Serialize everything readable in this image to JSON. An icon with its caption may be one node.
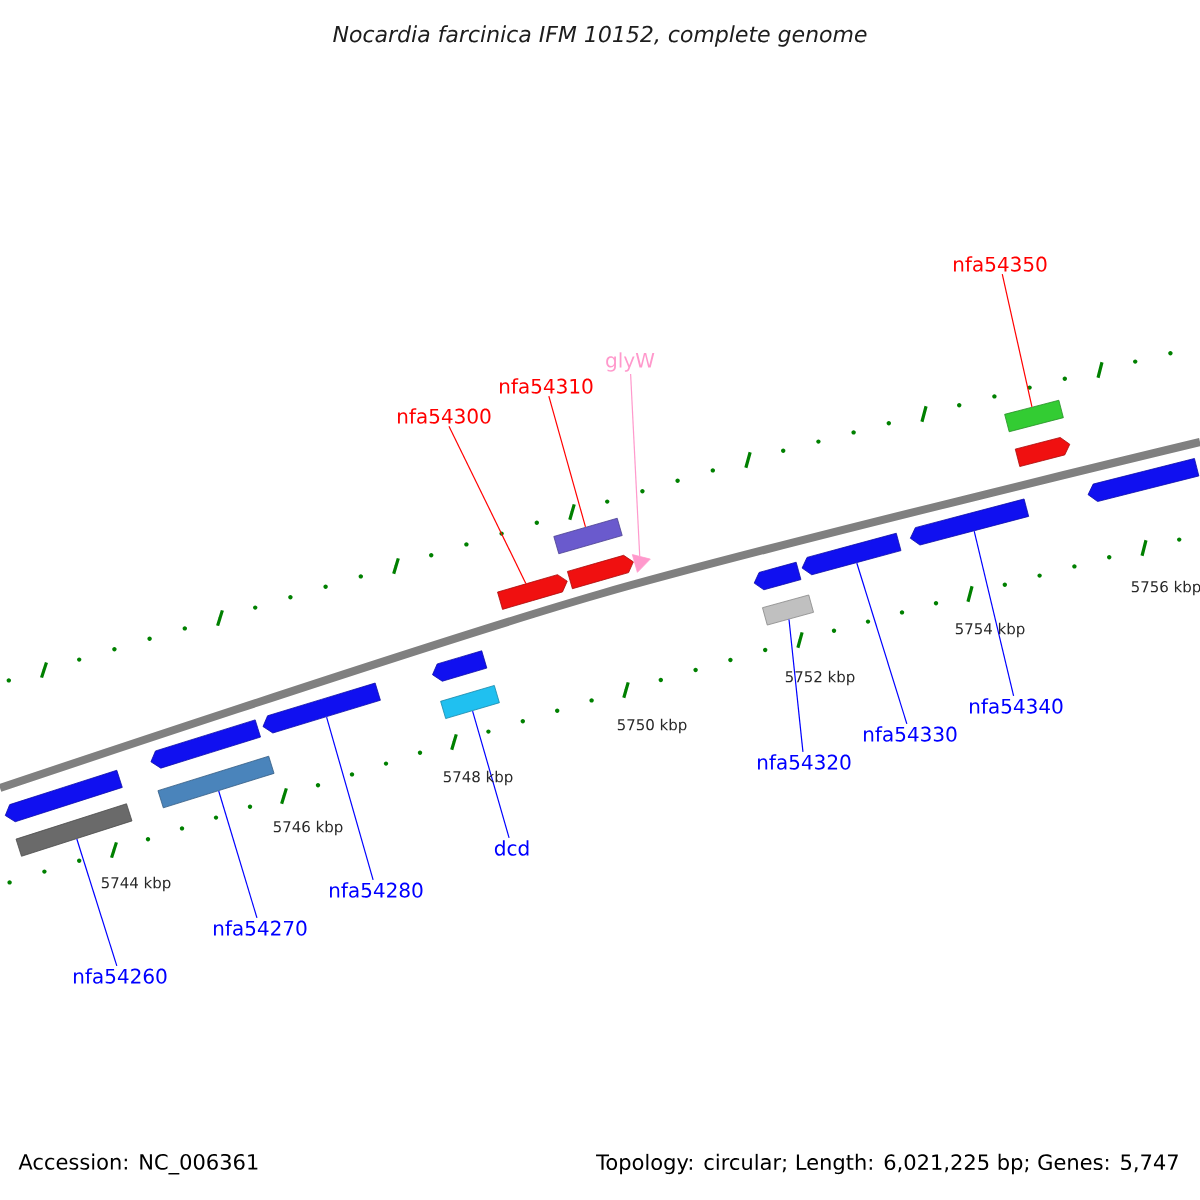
{
  "diagram": {
    "title": "Nocardia farcinica IFM 10152, complete genome",
    "nodes": [
      {
        "text": [
          "nfa54350"
        ]
      },
      {
        "text": [
          "glyW"
        ]
      },
      {
        "text": [
          "nfa54310"
        ]
      },
      {
        "text": [
          "nfa54300"
        ]
      },
      {
        "text": [
          "nfa54340"
        ]
      },
      {
        "text": [
          "nfa54330"
        ]
      },
      {
        "text": [
          "nfa54320"
        ]
      },
      {
        "text": [
          "dcd"
        ]
      },
      {
        "text": [
          "nfa54280"
        ]
      },
      {
        "text": [
          "nfa54270"
        ]
      },
      {
        "text": [
          "nfa54260"
        ]
      },
      {
        "text": [],
        "shape": "bar"
      },
      {
        "text": [],
        "shape": "box"
      },
      {
        "text": [],
        "shape": "bar"
      },
      {
        "text": [],
        "shape": "box"
      },
      {
        "text": [],
        "shape": "bar"
      },
      {
        "text": [],
        "shape": "bar"
      },
      {
        "text": [],
        "shape": "box"
      },
      {
        "text": [],
        "shape": "bar"
      },
      {
        "text": [],
        "shape": "box"
      },
      {
        "text": [],
        "shape": "bar"
      },
      {
        "text": [],
        "shape": "triangle"
      },
      {
        "text": [],
        "shape": "bar"
      },
      {
        "text": [],
        "shape": "box"
      },
      {
        "text": [],
        "shape": "bar"
      },
      {
        "text": [],
        "shape": "bar"
      },
      {
        "text": [],
        "shape": "box"
      },
      {
        "text": [],
        "shape": "bar"
      },
      {
        "text": [],
        "shape": "bar"
      }
    ],
    "edges": [
      {
        "from": 0,
        "to": 26,
        "arrow": "none",
        "color": "#ff0000"
      },
      {
        "from": 1,
        "to": 21,
        "arrow": "none",
        "color": "#ff99cc"
      },
      {
        "from": 2,
        "to": 19,
        "arrow": "none",
        "color": "#ff0000"
      },
      {
        "from": 3,
        "to": 18,
        "arrow": "none",
        "color": "#ff0000"
      },
      {
        "from": 4,
        "to": 25,
        "arrow": "none"
      },
      {
        "from": 5,
        "to": 24,
        "arrow": "none"
      },
      {
        "from": 6,
        "to": 23,
        "arrow": "none"
      },
      {
        "from": 7,
        "to": 17,
        "arrow": "none"
      },
      {
        "from": 8,
        "to": 15,
        "arrow": "none"
      },
      {
        "from": 9,
        "to": 14,
        "arrow": "none"
      },
      {
        "from": 10,
        "to": 12,
        "arrow": "none"
      }
    ],
    "labels": [
      "5756 kbp",
      "5754 kbp",
      "5752 kbp",
      "5750 kbp",
      "5748 kbp",
      "5746 kbp",
      "5744 kbp",
      "Accession: NC_006361",
      "Topology: circular; Length: 6,021,225 bp; Genes: 5,747"
    ]
  }
}
